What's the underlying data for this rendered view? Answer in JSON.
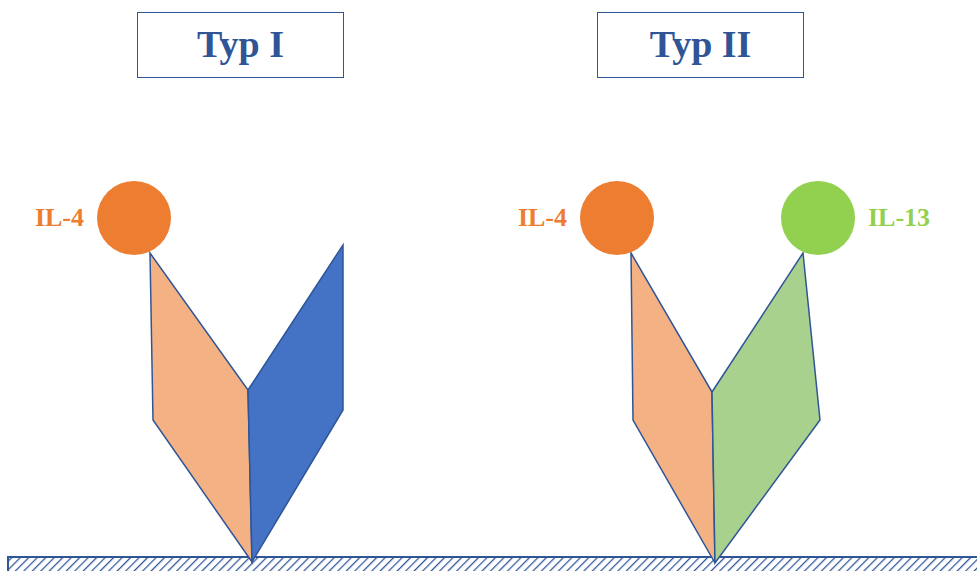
{
  "diagram": {
    "nodes": [
      {
        "text": [
          "Typ I"
        ]
      },
      {
        "text": [
          "Typ II"
        ]
      },
      {
        "text": [
          "IL-4"
        ]
      },
      {
        "text": [
          "IL-4"
        ]
      },
      {
        "text": [
          "IL-13"
        ]
      }
    ]
  }
}
